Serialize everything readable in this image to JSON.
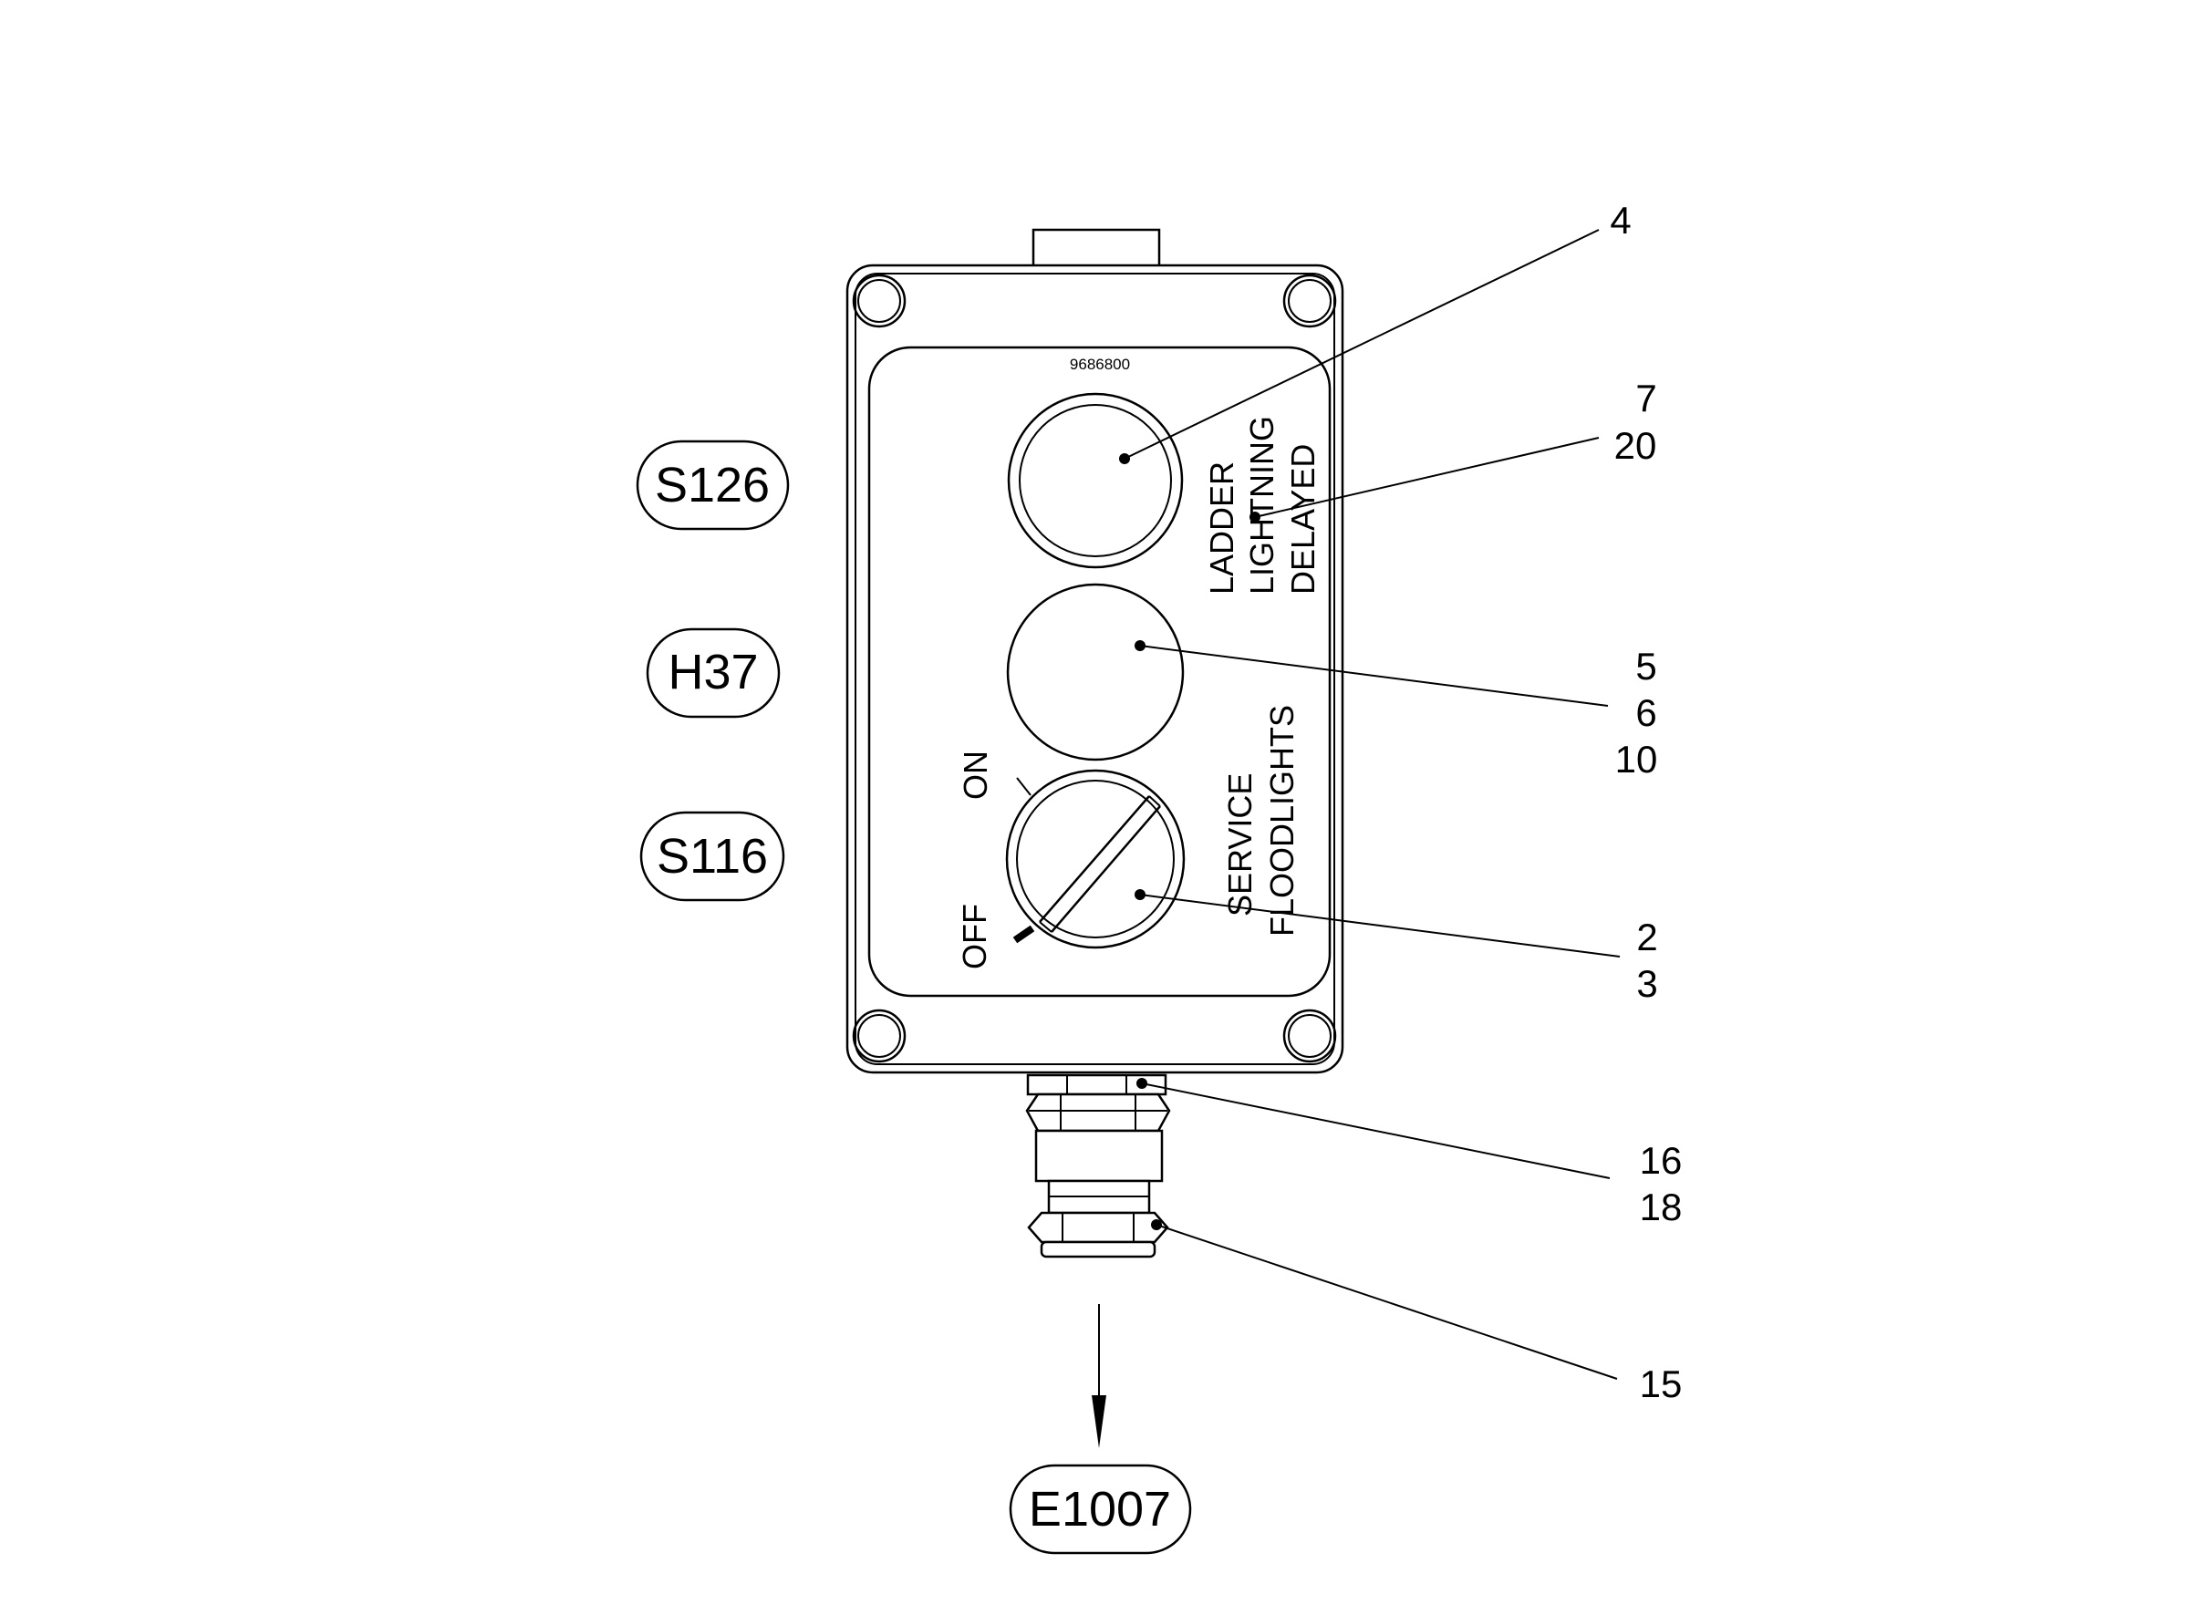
{
  "panel": {
    "serial": "9686800",
    "label_ladder": [
      "LADDER",
      "LIGHTNING",
      "DELAYED"
    ],
    "label_service": [
      "SERVICE",
      "FLOODLIGHTS"
    ],
    "switch_on": "ON",
    "switch_off": "OFF"
  },
  "tags": {
    "s126": "S126",
    "h37": "H37",
    "s116": "S116",
    "e1007": "E1007"
  },
  "callouts": {
    "c4": "4",
    "c7": "7",
    "c20": "20",
    "c5": "5",
    "c6": "6",
    "c10": "10",
    "c2": "2",
    "c3": "3",
    "c16": "16",
    "c18": "18",
    "c15": "15"
  }
}
